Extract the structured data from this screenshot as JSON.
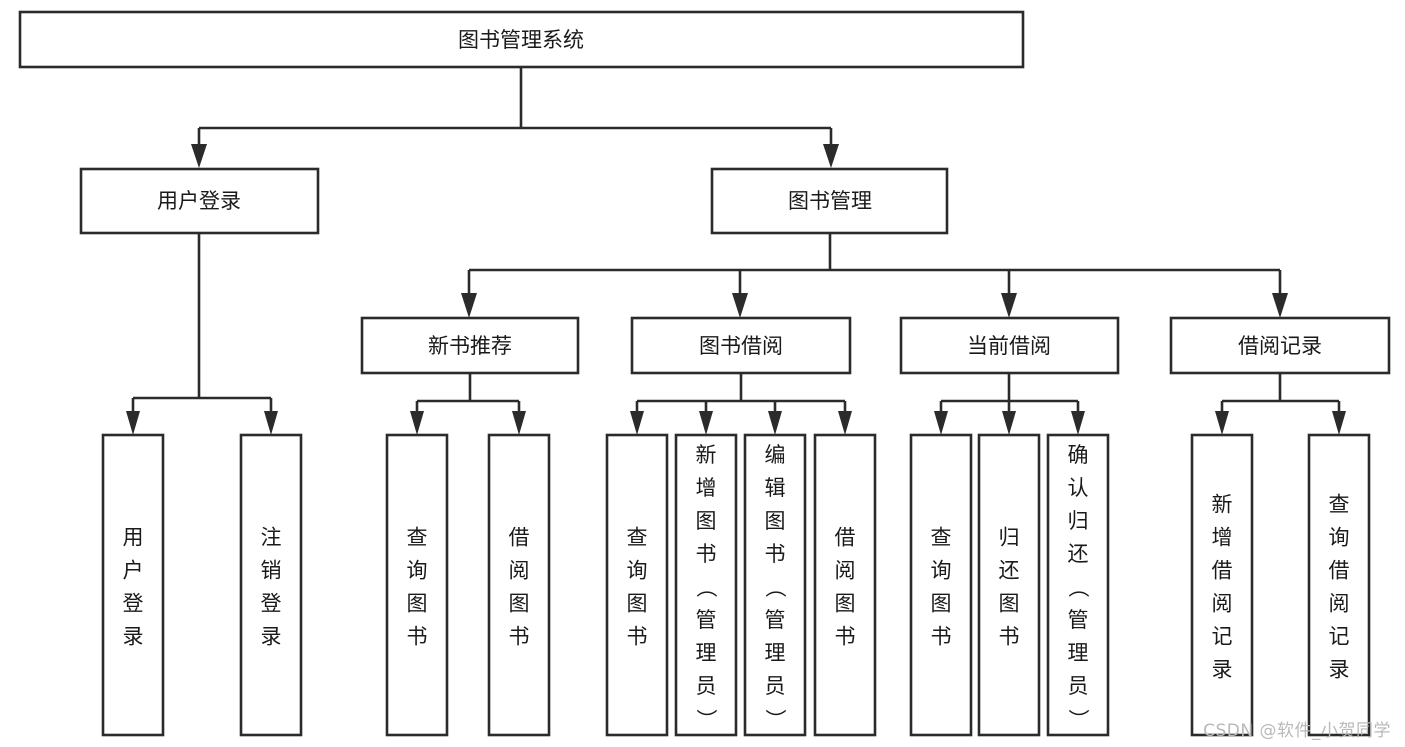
{
  "diagram": {
    "title": "图书管理系统",
    "watermark": "CSDN @软件_小贺同学",
    "colors": {
      "stroke": "#2b2b2b",
      "fill": "#ffffff",
      "text": "#1a1a1a",
      "watermark": "#b9b9b9",
      "background": "#ffffff"
    },
    "nodes": {
      "root": {
        "label": "图书管理系统"
      },
      "level2": [
        {
          "id": "user-login",
          "label": "用户登录"
        },
        {
          "id": "book-manage",
          "label": "图书管理"
        }
      ],
      "level3": [
        {
          "id": "new-book-recommend",
          "label": "新书推荐"
        },
        {
          "id": "book-borrow",
          "label": "图书借阅"
        },
        {
          "id": "current-borrow",
          "label": "当前借阅"
        },
        {
          "id": "borrow-record",
          "label": "借阅记录"
        }
      ],
      "leaves": {
        "user-login": [
          {
            "id": "leaf-user-login",
            "label": "用户登录"
          },
          {
            "id": "leaf-logout",
            "label": "注销登录"
          }
        ],
        "new-book-recommend": [
          {
            "id": "leaf-query-book-1",
            "label": "查询图书"
          },
          {
            "id": "leaf-borrow-book-1",
            "label": "借阅图书"
          }
        ],
        "book-borrow": [
          {
            "id": "leaf-query-book-2",
            "label": "查询图书"
          },
          {
            "id": "leaf-add-book",
            "label": "新增图书（管理员）"
          },
          {
            "id": "leaf-edit-book",
            "label": "编辑图书（管理员）"
          },
          {
            "id": "leaf-borrow-book-2",
            "label": "借阅图书"
          }
        ],
        "current-borrow": [
          {
            "id": "leaf-query-book-3",
            "label": "查询图书"
          },
          {
            "id": "leaf-return-book",
            "label": "归还图书"
          },
          {
            "id": "leaf-confirm-return",
            "label": "确认归还（管理员）"
          }
        ],
        "borrow-record": [
          {
            "id": "leaf-add-record",
            "label": "新增借阅记录"
          },
          {
            "id": "leaf-query-record",
            "label": "查询借阅记录"
          }
        ]
      }
    }
  }
}
